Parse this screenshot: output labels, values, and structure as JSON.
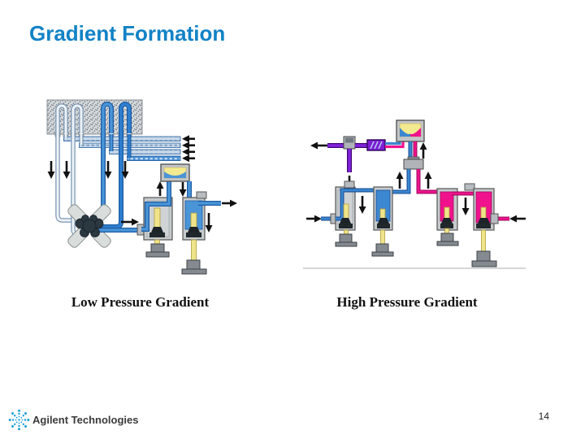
{
  "slide": {
    "title": "Gradient Formation",
    "page_number": "14"
  },
  "diagrams": {
    "left": {
      "caption": "Low Pressure Gradient"
    },
    "right": {
      "caption": "High Pressure Gradient"
    }
  },
  "footer": {
    "logo_text": "Agilent Technologies",
    "logo_icon": "agilent-spark-icon"
  },
  "colors": {
    "title_blue": "#1182c6",
    "solvent_blue": "#3b87d0",
    "solvent_blue_dark": "#1b4f96",
    "solvent_pink": "#f0128c",
    "mixed_purple": "#7d1fd4",
    "piston_yellow": "#f3e98e",
    "pump_body_gray": "#c6cacc",
    "logo_blue": "#1a9fd8"
  }
}
